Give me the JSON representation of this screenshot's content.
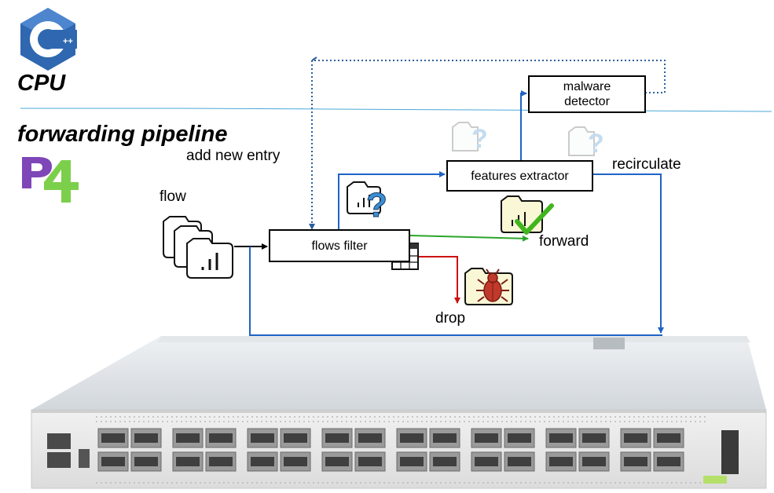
{
  "cpu_label": "CPU",
  "pipeline_label": "forwarding pipeline",
  "logos": {
    "cpu_logo": "C++",
    "pipeline_logo": "P4"
  },
  "boxes": {
    "malware_detector": "malware\ndetector",
    "features_extractor": "features extractor",
    "flows_filter": "flows filter"
  },
  "labels": {
    "add_new_entry": "add new entry",
    "recirculate": "recirculate",
    "flow": "flow",
    "forward": "forward",
    "drop": "drop"
  },
  "colors": {
    "blue_line": "#1f63c6",
    "dotted_line": "#2e5f9a",
    "green_line": "#2ca52c",
    "red_line": "#cc1111",
    "divider": "#4aa8d8",
    "cpp_logo": "#2f68b0",
    "p4_purple": "#7f46b8",
    "p4_green": "#7ccf4a",
    "bug_red": "#c0392b",
    "check_green": "#41b51e",
    "question_blue": "#3b8fd1"
  },
  "icons": [
    "cpp-logo-icon",
    "p4-logo-icon",
    "flow-stack-icon",
    "query-folder-icon",
    "check-folder-icon",
    "bug-folder-icon",
    "table-icon",
    "network-switch-image"
  ]
}
